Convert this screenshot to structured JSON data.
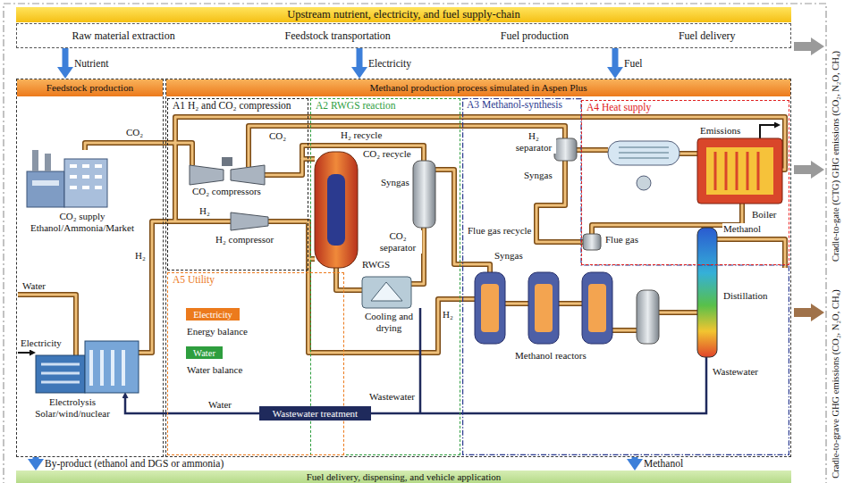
{
  "diagram": {
    "nodes": [
      {
        "text": [
          "Upstream nutrient, electricity, and fuel supply-chain"
        ]
      },
      {
        "text": [
          "Raw material extraction",
          "Feedstock transportation",
          "Fuel production",
          "Fuel delivery"
        ]
      },
      {
        "text": [
          "Feedstock production"
        ]
      },
      {
        "text": [
          "Methanol production process simulated in Aspen Plus"
        ]
      },
      {
        "text": [
          "A1 H₂ and CO₂ compression"
        ],
        "in": 3
      },
      {
        "text": [
          "A2 RWGS reaction"
        ],
        "in": 3
      },
      {
        "text": [
          "A3 Methanol-synthesis"
        ],
        "in": 3
      },
      {
        "text": [
          "A4 Heat supply"
        ],
        "in": 3
      },
      {
        "text": [
          "A5 Utility"
        ],
        "in": 3
      },
      {
        "text": [
          "Electricity"
        ],
        "in": 8
      },
      {
        "text": [
          "Water"
        ],
        "in": 8
      },
      {
        "text": [
          "Wastewater treatment"
        ],
        "in": 3
      },
      {
        "text": [
          "Fuel delivery, dispensing, and vehicle application"
        ]
      }
    ],
    "edges": [
      {
        "from": 1,
        "to": 2,
        "label": "Nutrient",
        "arrow": "to"
      },
      {
        "from": 1,
        "to": 3,
        "label": "Electricity",
        "arrow": "to"
      },
      {
        "from": 1,
        "to": 3,
        "label": "Fuel",
        "arrow": "to"
      },
      {
        "from": 2,
        "to": 12,
        "label": "By-product (ethanol and DGS or ammonia)",
        "arrow": "to"
      },
      {
        "from": 3,
        "to": 12,
        "label": "Methanol",
        "arrow": "to"
      }
    ],
    "labels": [
      "CO₂",
      "CO₂ supply Ethanol/Ammonia/Market",
      "Water",
      "Electricity",
      "H₂",
      "Electrolysis Solar/wind/nuclear",
      "CO₂",
      "CO₂ compressors",
      "H₂",
      "H₂ compressor",
      "H₂ recycle",
      "CO₂ recycle",
      "RWGS",
      "Cooling and drying",
      "Syngas",
      "CO₂ separator",
      "Syngas",
      "Wastewater",
      "H₂",
      "H₂ separator",
      "Syngas",
      "Emissions",
      "Boiler",
      "Flue gas recycle",
      "Flue gas",
      "Methanol",
      "Distillation",
      "Methanol reactors",
      "Wastewater",
      "Energy balance",
      "Water balance",
      "Water",
      "Cradle-to-gate (CTG) GHG emissions (CO₂, N₂O, CH₄)",
      "Cradle-to-grave GHG emissions (CO₂, N₂O, CH₄)"
    ]
  }
}
